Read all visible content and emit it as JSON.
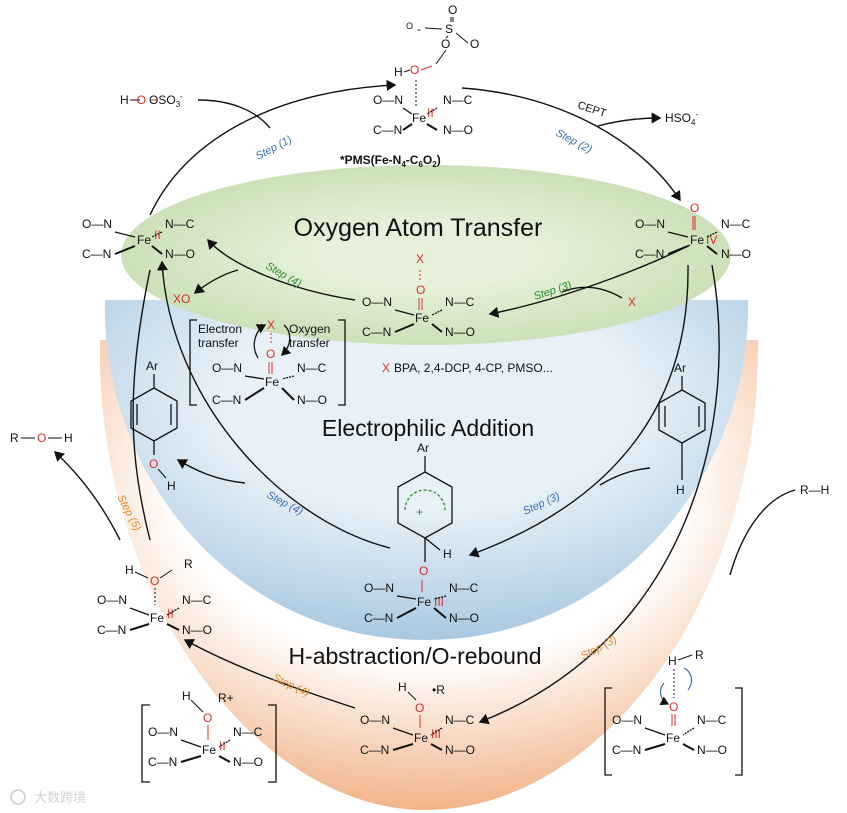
{
  "titles": {
    "oat": "Oxygen Atom Transfer",
    "ea": "Electrophilic Addition",
    "hab": "H-abstraction/O-rebound"
  },
  "labels": {
    "pms": "*PMS(Fe-N",
    "pms_n": "4",
    "pms_mid": "-C",
    "pms_c": "6",
    "pms_o": "O",
    "pms_o2": "2",
    "pms_end": ")",
    "cept": "CEPT",
    "hso4": "HSO",
    "hso4_sub": "4",
    "hso4_sup": "-",
    "hooso3_h": "H",
    "hooso3_o": "O",
    "hooso3_rest": "OSO",
    "hooso3_sub": "3",
    "hooso3_sup": "-",
    "electron_transfer_1": "Electron",
    "electron_transfer_2": "transfer",
    "oxygen_transfer_1": "Oxygen",
    "oxygen_transfer_2": "transfer",
    "x_list": "BPA, 2,4-DCP, 4-CP, PMSO...",
    "x": "X",
    "xo_x": "X",
    "xo_o": "O",
    "roh_r": "R",
    "roh_o": "O",
    "roh_h": "H",
    "rh": "R—H",
    "ar": "Ar",
    "h": "H",
    "o": "O",
    "r": "R",
    "r_plus": "R+",
    "r_rad": "•R",
    "plus": "+",
    "watermark": "大数跨境"
  },
  "steps": {
    "blue_1": "Step (1)",
    "blue_2": "Step (2)",
    "green_3": "Step (3)",
    "green_4": "Step (4)",
    "blue_3": "Step (3)",
    "blue_4": "Step (4)",
    "orange_3": "Step (3)",
    "orange_4": "Step (4)",
    "orange_5": "Step (5)"
  },
  "fe": {
    "fe": "Fe",
    "ox2": "II",
    "ox3": "III",
    "ox4": "IV"
  },
  "ligands": {
    "on": "O—N",
    "nc": "N—C",
    "cn": "C—N",
    "no": "N—O"
  },
  "colors": {
    "green_zone": "#d7e8c8",
    "blue_zone": "#c7dcea",
    "orange_zone": "#f5c9a8",
    "step_blue": "#3d6db5",
    "step_green": "#2e8b2e",
    "step_orange": "#e08a2a",
    "oxygen_red": "#d4322c"
  }
}
